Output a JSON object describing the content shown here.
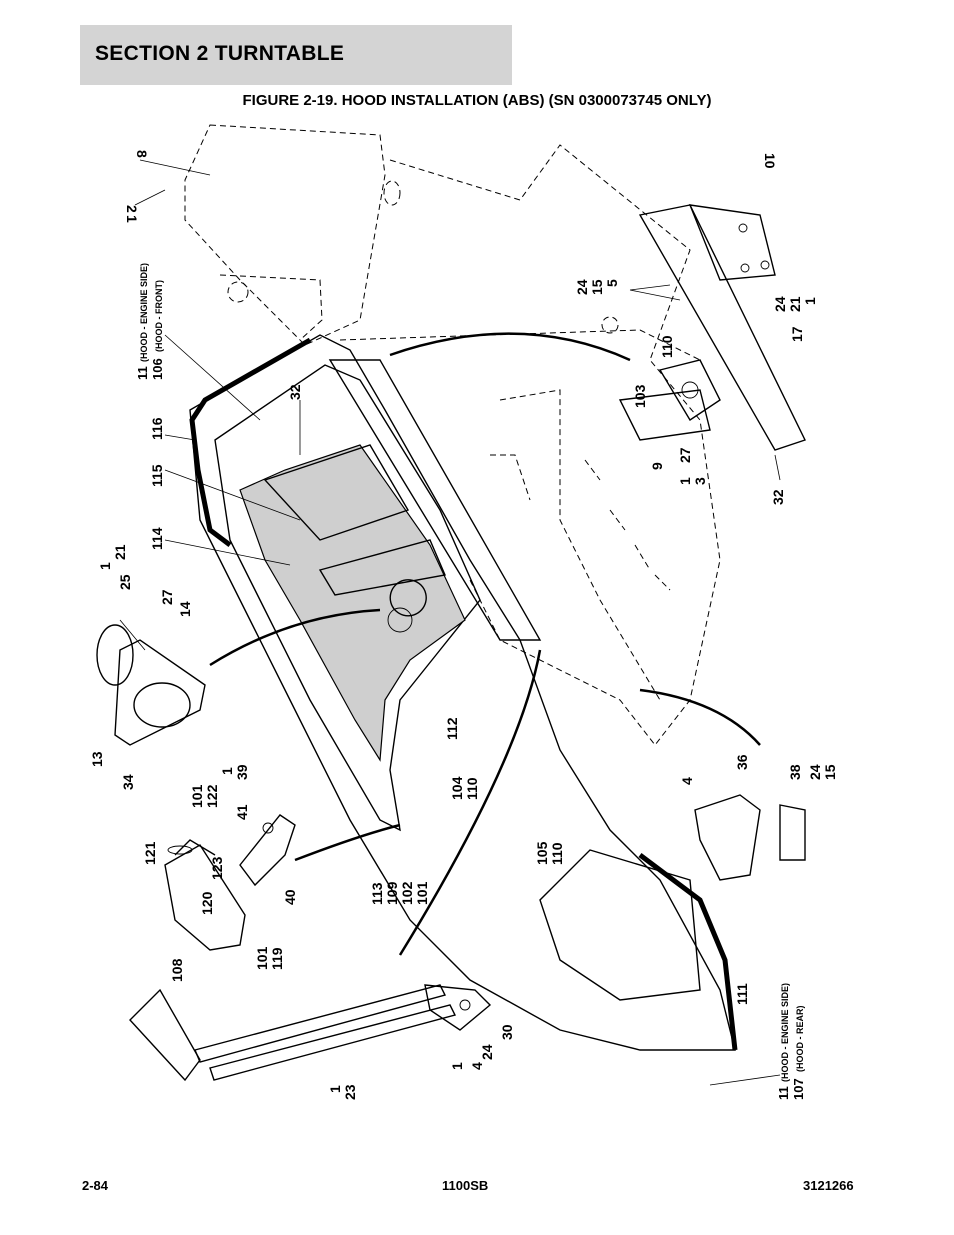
{
  "header": {
    "section": "SECTION 2   TURNTABLE"
  },
  "figure": {
    "title": "FIGURE 2-19. HOOD INSTALLATION (ABS) (SN 0300073745 ONLY)"
  },
  "callouts": {
    "c8": "8",
    "c1a": "1",
    "c2a": "2",
    "c11_106": "11",
    "c11_106_note": "(HOOD - ENGINE SIDE)",
    "c106": "106",
    "c106_note": "(HOOD - FRONT)",
    "c116": "116",
    "c32a": "32",
    "c115": "115",
    "c114": "114",
    "c1b": "1",
    "c21a": "21",
    "c25": "25",
    "c27a": "27",
    "c14": "14",
    "c13": "13",
    "c34": "34",
    "c101a": "101",
    "c122": "122",
    "c1c": "1",
    "c39": "39",
    "c41": "41",
    "c121": "121",
    "c123": "123",
    "c40": "40",
    "c120": "120",
    "c101b": "101",
    "c119": "119",
    "c108": "108",
    "c112": "112",
    "c104": "104",
    "c110a": "110",
    "c113": "113",
    "c109": "109",
    "c102": "102",
    "c101c": "101",
    "c105": "105",
    "c110b": "110",
    "c1d": "1",
    "c23": "23",
    "c1e": "1",
    "c4a": "4",
    "c24a": "24",
    "c30": "30",
    "c111": "111",
    "c11_107": "11",
    "c11_107_note": "(HOOD - ENGINE SIDE)",
    "c107": "107",
    "c107_note": "(HOOD - REAR)",
    "c10": "10",
    "c24b": "24",
    "c15a": "15",
    "c5": "5",
    "c24c": "24",
    "c21b": "21",
    "c1f": "1",
    "c17": "17",
    "c110c": "110",
    "c103": "103",
    "c9": "9",
    "c27b": "27",
    "c1g": "1",
    "c3": "3",
    "c32b": "32",
    "c36": "36",
    "c4b": "4",
    "c38": "38",
    "c24d": "24",
    "c15b": "15"
  },
  "footer": {
    "left": "2-84",
    "center": "1100SB",
    "right": "3121266"
  }
}
